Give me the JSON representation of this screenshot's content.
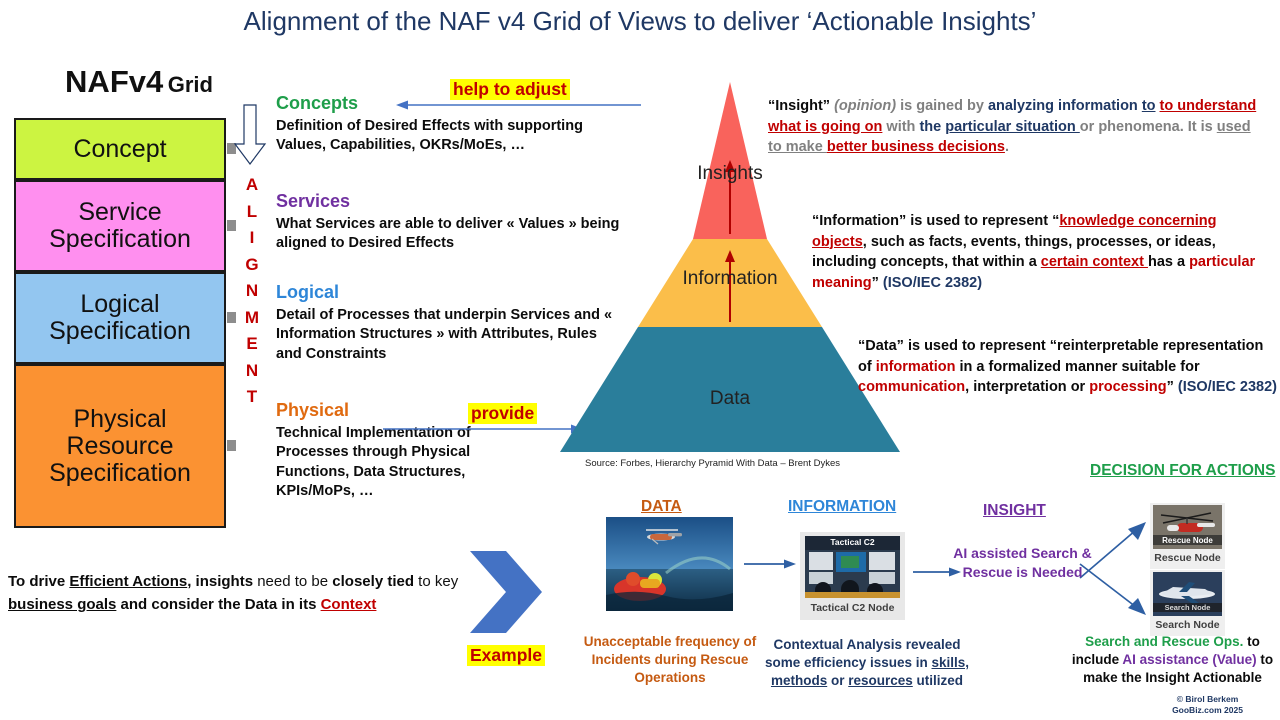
{
  "title": "Alignment of the NAF v4 Grid of Views to deliver ‘Actionable Insights’",
  "grid": {
    "heading_main": "NAFv4",
    "heading_sub": "Grid",
    "rows": [
      {
        "label": "Concept",
        "color": "#CCF441"
      },
      {
        "label": "Service\nSpecification",
        "line1": "Service",
        "line2": "Specification",
        "color": "#FF8FEF"
      },
      {
        "label": "Logical\nSpecification",
        "line1": "Logical",
        "line2": "Specification",
        "color": "#93C6F0"
      },
      {
        "label": "Physical\nResource\nSpecification",
        "line1": "Physical",
        "line2": "Resource",
        "line3": "Specification",
        "color": "#FB9232"
      }
    ],
    "alignment_word": "ALIGNMENT"
  },
  "blocks": {
    "concepts": {
      "title": "Concepts",
      "body": "Definition of Desired Effects with supporting Values, Capabilities, OKRs/MoEs, …",
      "color": "#1E9E4A"
    },
    "services": {
      "title": "Services",
      "body": "What Services are able to deliver « Values » being  aligned to Desired Effects",
      "color": "#7030A0"
    },
    "logical": {
      "title": "Logical",
      "body": "Detail of Processes that underpin Services and « Information Structures » with Attributes, Rules and Constraints",
      "color": "#2E86D8"
    },
    "physical": {
      "title": "Physical",
      "body": "Technical Implementation of Processes through Physical Functions, Data Structures, KPIs/MoPs, …",
      "color": "#E06A10"
    }
  },
  "callouts": {
    "help_to_adjust": "help to adjust",
    "provide": "provide",
    "example": "Example",
    "highlight_bg": "#FFFF00",
    "highlight_fg": "#C00000"
  },
  "pyramid": {
    "levels": [
      {
        "label": "Insights",
        "color": "#F9635C"
      },
      {
        "label": "Information",
        "color": "#FBBE4A"
      },
      {
        "label": "Data",
        "color": "#2A7E9B"
      }
    ],
    "source": "Source: Forbes, Hierarchy Pyramid With Data – Brent Dykes"
  },
  "definitions": {
    "insight": {
      "p1": "“Insight” ",
      "p2": "(opinion)",
      "p3": " is gained by ",
      "p4": "analyzing information ",
      "p5": "to understand what is going on",
      "p6": " with ",
      "p7": "the ",
      "p8": "particular situation ",
      "p9": "or phenomena. It is ",
      "p10": "used to make ",
      "p11": "better business decisions",
      "p12": "."
    },
    "information": {
      "p1": "“Information” is used to represent “",
      "p2": "knowledge concerning ",
      "p3": "objects",
      "p4": ", such as facts, events, things, processes, or ideas, including concepts, that within a ",
      "p5": "certain context ",
      "p6": "has a ",
      "p7": "particular meaning",
      "p8": "” ",
      "p9": "(ISO/IEC 2382)"
    },
    "data": {
      "p1": "“Data” is used to represent “reinterpretable representation of ",
      "p2": "information",
      "p3": " in a formalized manner suitable for ",
      "p4": "communication",
      "p5": ", interpretation or ",
      "p6": "processing",
      "p7": "” ",
      "p8": "(ISO/IEC 2382)"
    }
  },
  "bottom_statement": {
    "p1": "To drive ",
    "p2": "Efficient Actions",
    "p3": ", insights ",
    "p4": "need to be ",
    "p5": "closely tied ",
    "p6": "to key ",
    "p7": "business goals",
    "p8": " and consider the Data in its ",
    "p9": "Context"
  },
  "flow": {
    "heads": {
      "data": "DATA",
      "information": "INFORMATION",
      "insight": "INSIGHT",
      "decision": "DECISION FOR ACTIONS"
    },
    "image_captions": {
      "c2": "Tactical C2 Node",
      "c2_overlay": "Tactical C2",
      "rescue_node": "Rescue Node",
      "search_node": "Search Node"
    },
    "captions": {
      "data": "Unacceptable frequency of Incidents during Rescue Operations",
      "information_1": "Contextual Analysis revealed some efficiency issues in ",
      "information_2": "skills, methods",
      "information_3": " or ",
      "information_4": "resources",
      "information_5": " utilized",
      "insight": "AI assisted Search & Rescue is Needed",
      "decision_1": "Search and Rescue Ops.",
      "decision_2": " to include ",
      "decision_3": "AI assistance (Value)",
      "decision_4": " to make the Insight Actionable"
    }
  },
  "copyright": {
    "line1": "© Birol Berkem",
    "line2": "GooBiz.com 2025"
  }
}
